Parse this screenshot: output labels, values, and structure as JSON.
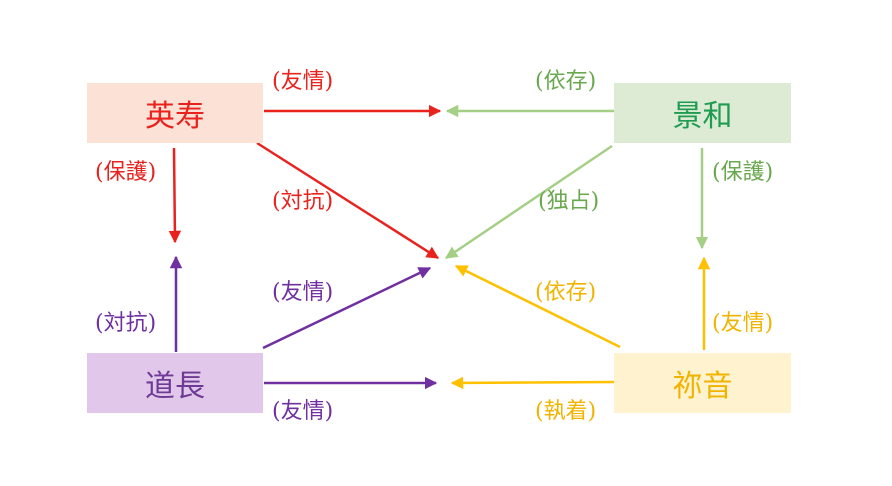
{
  "nodes": {
    "eiju": {
      "name": "英寿",
      "fill": "#fbe1d6",
      "text_color": "#e8231e"
    },
    "keiwa": {
      "name": "景和",
      "fill": "#ddebd4",
      "text_color": "#1e9c52"
    },
    "michinaga": {
      "name": "道長",
      "fill": "#e1c8ea",
      "text_color": "#6f3a96"
    },
    "neon": {
      "name": "祢音",
      "fill": "#fff2cf",
      "text_color": "#f0b400"
    }
  },
  "edge_labels": {
    "eiju_friendship": "(友情)",
    "eiju_protect": "(保護)",
    "eiju_oppose": "(対抗)",
    "keiwa_depend": "(依存)",
    "keiwa_protect": "(保護)",
    "keiwa_monopoly": "(独占)",
    "michinaga_oppose": "(対抗)",
    "michinaga_friendship_up": "(友情)",
    "michinaga_friendship_right": "(友情)",
    "neon_depend": "(依存)",
    "neon_friendship": "(友情)",
    "neon_obsession": "(執着)"
  },
  "colors": {
    "red": "#e8231e",
    "green": "#a6cf86",
    "green_text": "#6aa84f",
    "purple": "#7030a0",
    "gold": "#ffc000",
    "gold_text": "#f0b400"
  }
}
